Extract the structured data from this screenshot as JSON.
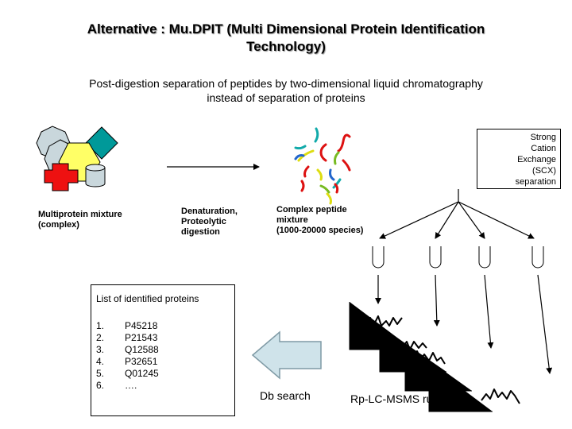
{
  "title": {
    "line1": "Alternative : Mu.DPIT (Multi Dimensional Protein Identification",
    "line2": "Technology)"
  },
  "subtitle": {
    "line1": "Post-digestion separation of peptides by two-dimensional liquid chromatography",
    "line2": "instead of separation of proteins"
  },
  "labels": {
    "multiprotein": [
      "Multiprotein mixture",
      "(complex)"
    ],
    "denaturation": [
      "Denaturation,",
      "Proteolytic",
      "digestion"
    ],
    "complex_peptide": [
      "Complex peptide",
      "mixture",
      "(1000-20000 species)"
    ],
    "scx": [
      "Strong",
      "Cation",
      "Exchange",
      "(SCX)",
      "separation"
    ],
    "db_search": "Db search",
    "rp_runs": "Rp-LC-MSMS runs"
  },
  "list": {
    "title": "List of identified proteins",
    "numbers": [
      "1.",
      "2.",
      "3.",
      "4.",
      "5.",
      "6."
    ],
    "ids": [
      "P45218",
      "P21543",
      "Q12588",
      "P32651",
      "Q01245",
      "…."
    ]
  },
  "colors": {
    "protein_gray": "#c9d7dc",
    "protein_teal": "#009999",
    "protein_yellow": "#ffff66",
    "protein_red": "#ee1111",
    "peptide_red": "#dd1111",
    "peptide_teal": "#11aaaa",
    "peptide_green": "#77bb22",
    "peptide_yellow": "#dddd11",
    "peptide_blue": "#2266cc",
    "arrow_fill": "#cfe3ea",
    "arrow_stroke": "#7f9aa5"
  }
}
